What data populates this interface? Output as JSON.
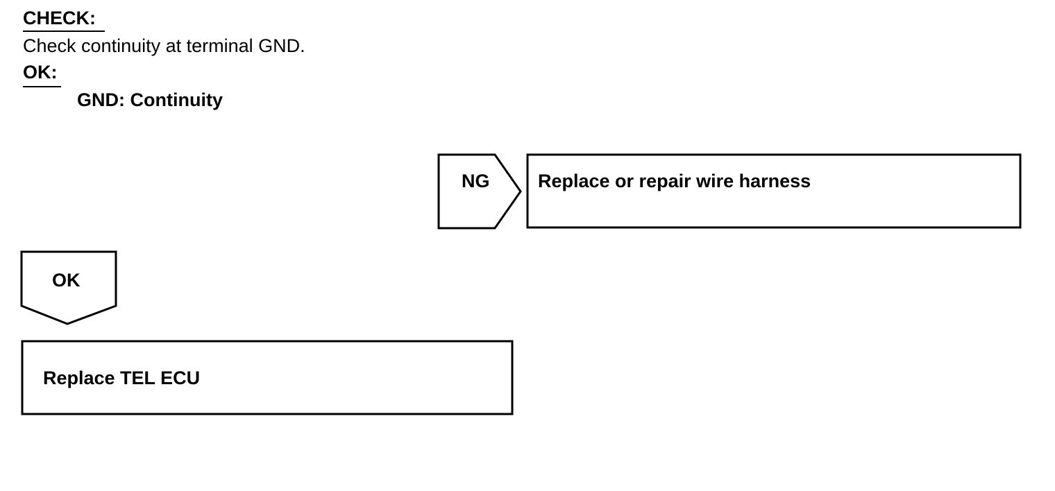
{
  "check": {
    "heading": "CHECK:",
    "text": "Check continuity at terminal GND."
  },
  "ok_spec": {
    "heading": "OK:",
    "value": "GND: Continuity"
  },
  "flow": {
    "ng_label": "NG",
    "ng_action": "Replace or repair wire harness",
    "ok_label": "OK",
    "ok_action": "Replace TEL ECU"
  }
}
